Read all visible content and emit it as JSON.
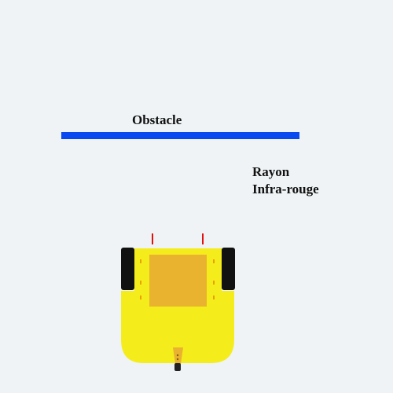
{
  "labels": {
    "obstacle": "Obstacle",
    "ir_line1": "Rayon",
    "ir_line2": "Infra-rouge"
  },
  "colors": {
    "background": "#eff3f5",
    "obstacle": "#0a49f0",
    "ir_ray": "#e01010",
    "chassis": "#f5ec1c",
    "board": "#e9b22f",
    "wheel": "#111111",
    "board_pins": "#e9a000"
  },
  "icons": {
    "robot": "robot-car-topview-icon",
    "wheels": "wheel-icon",
    "caster": "caster-wheel-icon"
  }
}
